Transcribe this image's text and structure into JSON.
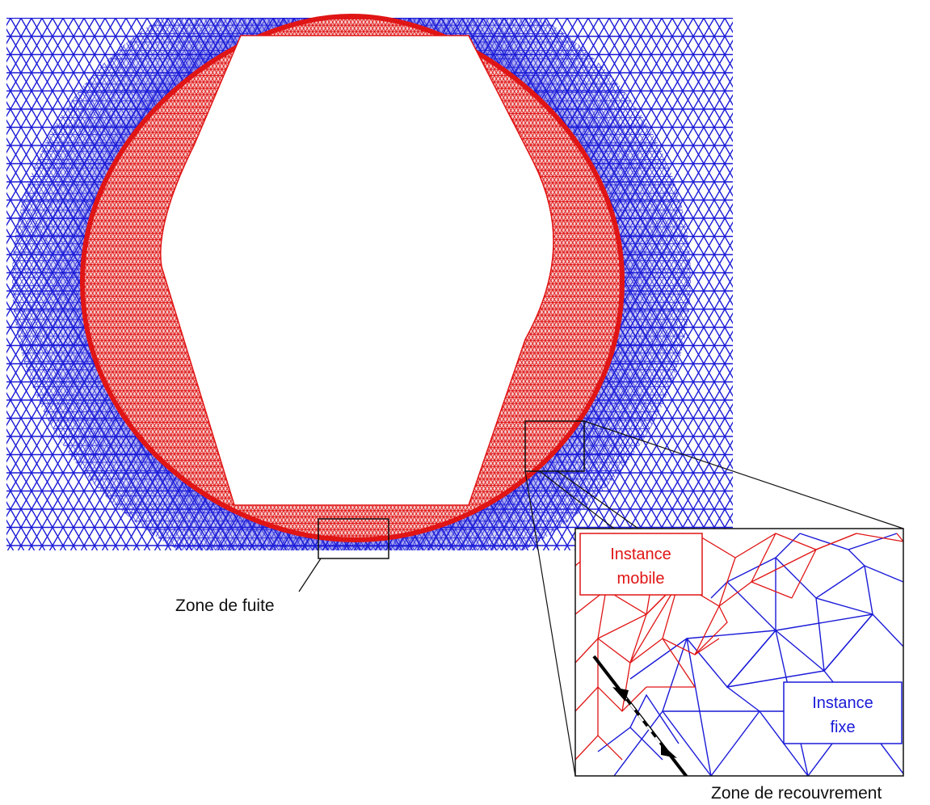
{
  "labels": {
    "leak_zone": "Zone de fuite",
    "overlap_zone": "Zone de recouvrement",
    "mobile_line1": "Instance",
    "mobile_line2": "mobile",
    "fixed_line1": "Instance",
    "fixed_line2": "fixe"
  },
  "colors": {
    "fixed_mesh": "#1a1ad8",
    "mobile_mesh": "#e01515",
    "background": "#ffffff",
    "callout": "#111111"
  }
}
